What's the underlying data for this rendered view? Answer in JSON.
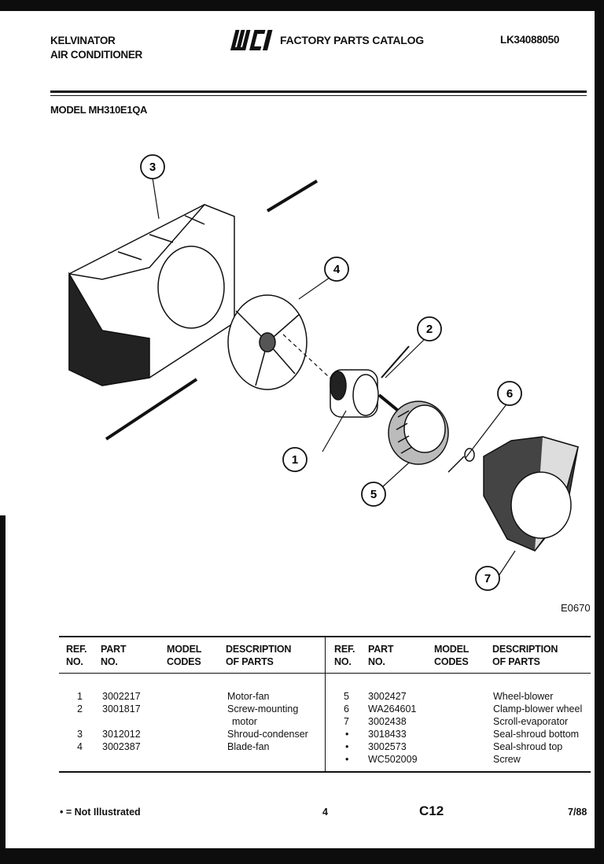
{
  "header": {
    "brand_line1": "KELVINATOR",
    "brand_line2": "AIR CONDITIONER",
    "logo_text": "WCI",
    "catalog_title": "FACTORY PARTS CATALOG",
    "doc_number": "LK34088050",
    "model": "MODEL MH310E1QA"
  },
  "diagram": {
    "figure_code": "E0670",
    "callouts": [
      "1",
      "2",
      "3",
      "4",
      "5",
      "6",
      "7"
    ]
  },
  "table": {
    "headers": {
      "ref": [
        "REF.",
        "NO."
      ],
      "part": [
        "PART",
        "NO."
      ],
      "model": [
        "MODEL",
        "CODES"
      ],
      "desc": [
        "DESCRIPTION",
        "OF PARTS"
      ]
    },
    "left_rows": [
      {
        "ref": "1",
        "part": "3002217",
        "code": "",
        "desc": "Motor-fan"
      },
      {
        "ref": "2",
        "part": "3001817",
        "code": "",
        "desc": "Screw-mounting"
      },
      {
        "ref": "",
        "part": "",
        "code": "",
        "desc": "motor"
      },
      {
        "ref": "3",
        "part": "3012012",
        "code": "",
        "desc": "Shroud-condenser"
      },
      {
        "ref": "4",
        "part": "3002387",
        "code": "",
        "desc": "Blade-fan"
      }
    ],
    "right_rows": [
      {
        "ref": "5",
        "part": "3002427",
        "code": "",
        "desc": "Wheel-blower"
      },
      {
        "ref": "6",
        "part": "WA264601",
        "code": "",
        "desc": "Clamp-blower wheel"
      },
      {
        "ref": "7",
        "part": "3002438",
        "code": "",
        "desc": "Scroll-evaporator"
      },
      {
        "ref": "•",
        "part": "3018433",
        "code": "",
        "desc": "Seal-shroud bottom"
      },
      {
        "ref": "•",
        "part": "3002573",
        "code": "",
        "desc": "Seal-shroud top"
      },
      {
        "ref": "•",
        "part": "WC502009",
        "code": "",
        "desc": "Screw"
      }
    ]
  },
  "footer": {
    "legend": "• = Not Illustrated",
    "number": "4",
    "page": "C12",
    "date": "7/88"
  }
}
